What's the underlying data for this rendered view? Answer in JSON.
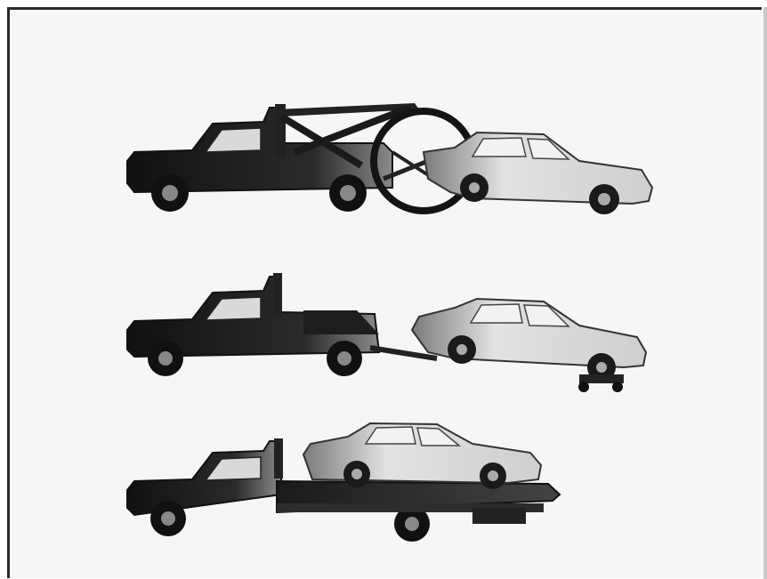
{
  "figure": {
    "panels": [
      {
        "method": "wheel-lift-sling"
      },
      {
        "method": "wheel-lift-dolly"
      },
      {
        "method": "flatbed"
      }
    ]
  },
  "colors": {
    "background": "#f6f6f4",
    "frame": "#2b2b2b",
    "truck_dark": "#1b1b1b",
    "car_light": "#cfcfcf"
  },
  "icons": [
    "tow-truck-icon",
    "towed-car-icon",
    "tow-sling-icon",
    "tow-dolly-icon",
    "flatbed-icon"
  ]
}
